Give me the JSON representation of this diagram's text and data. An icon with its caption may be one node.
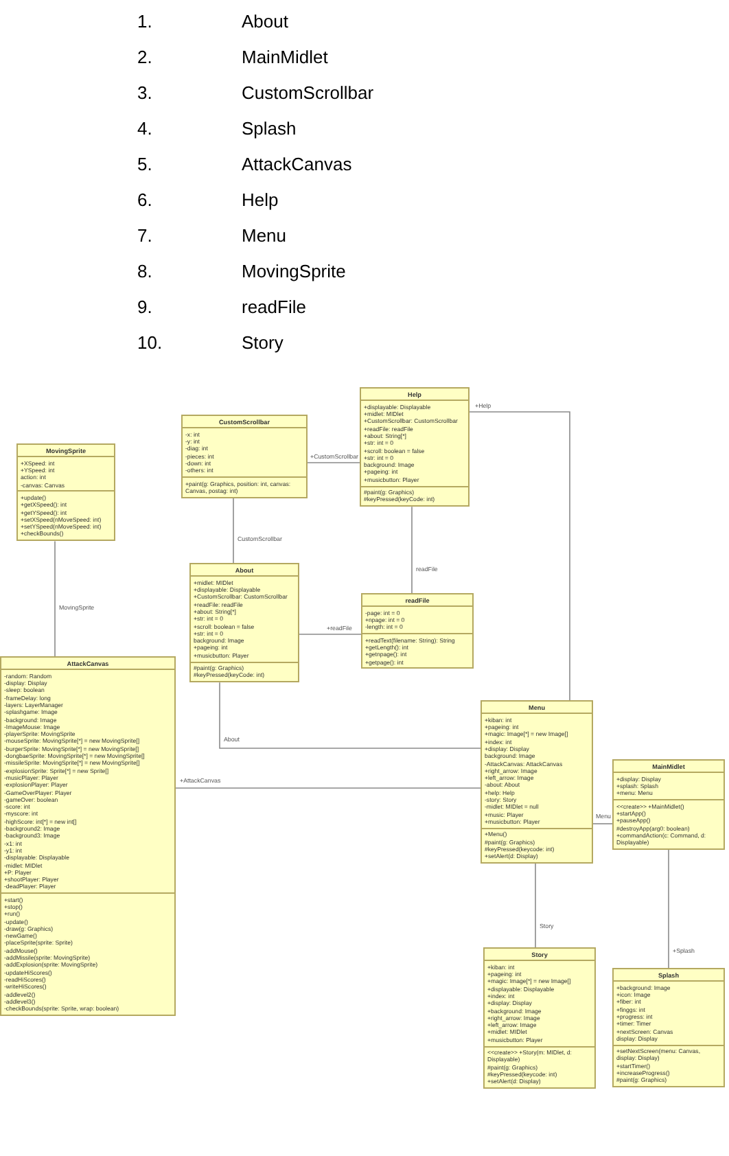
{
  "diagram": {
    "nodes": [
      {
        "text": [
          "MovingSprite"
        ]
      },
      {
        "text": [
          "+XSpeed: int",
          "+YSpeed: int",
          "action: int",
          "-canvas: Canvas"
        ],
        "in": 0
      },
      {
        "text": [
          "+update()",
          "+getXSpeed(): int",
          "+getYSpeed(): int",
          "+setXSpeed(nMoveSpeed: int)",
          "+setYSpeed(nMoveSpeed: int)",
          "+checkBounds()"
        ],
        "in": 0
      },
      {
        "text": [
          "CustomScrollbar"
        ]
      },
      {
        "text": [
          "-x: int",
          "-y: int",
          "-diag: int",
          "-pieces: int",
          "-down: int",
          "-others: int"
        ],
        "in": 3
      },
      {
        "text": [
          "+paint(g: Graphics, position: int, canvas: Canvas, postag: int)"
        ],
        "in": 3
      },
      {
        "text": [
          "Help"
        ]
      },
      {
        "text": [
          "+displayable: Displayable",
          "+midlet: MIDlet",
          "+CustomScrollbar: CustomScrollbar",
          "+readFile: readFile",
          "+about: String[*]",
          "+str: int = 0",
          "+scroll: boolean = false",
          "+str: int = 0",
          "background: Image",
          "+pageing: int",
          "+musicbutton: Player"
        ],
        "in": 6
      },
      {
        "text": [
          "#paint(g: Graphics)",
          "#keyPressed(keyCode: int)"
        ],
        "in": 6
      },
      {
        "text": [
          "About"
        ]
      },
      {
        "text": [
          "+midlet: MIDlet",
          "+displayable: Displayable",
          "+CustomScrollbar: CustomScrollbar",
          "+readFile: readFile",
          "+about: String[*]",
          "+str: int = 0",
          "+scroll: boolean = false",
          "+str: int = 0",
          "background: Image",
          "+pageing: int",
          "+musicbutton: Player"
        ],
        "in": 9
      },
      {
        "text": [
          "#paint(g: Graphics)",
          "#keyPressed(keyCode: int)"
        ],
        "in": 9
      },
      {
        "text": [
          "readFile"
        ]
      },
      {
        "text": [
          "-page: int = 0",
          "+npage: int = 0",
          "-length: int = 0"
        ],
        "in": 12
      },
      {
        "text": [
          "+readText(filename: String): String",
          "+getLength(): int",
          "+getnpage(): int",
          "+getpage(): int"
        ],
        "in": 12
      },
      {
        "text": [
          "AttackCanvas"
        ]
      },
      {
        "text": [
          "-random: Random",
          "-display: Display",
          "-sleep: boolean",
          "-frameDelay: long",
          "-layers: LayerManager",
          "-splashgame: Image",
          "-background: Image",
          "-ImageMouse: Image",
          "-playerSprite: MovingSprite",
          "-mouseSprite: MovingSprite[*] = new MovingSprite[]",
          "-burgerSprite: MovingSprite[*] = new MovingSprite[]",
          "-dongbaeSprite: MovingSprite[*] = new MovingSprite[]",
          "-missileSprite: MovingSprite[*] = new MovingSprite[]",
          "-explosionSprite: Sprite[*] = new Sprite[]",
          "-musicPlayer: Player",
          "-explosionPlayer: Player",
          "-GameOverPlayer: Player",
          "-gameOver: boolean",
          "-score: int",
          "-myscore: int",
          "-highScore: int[*] = new int[]",
          "-background2: Image",
          "-background3: Image",
          "-x1: int",
          "-y1: int",
          "-displayable: Displayable",
          "-midlet: MIDlet",
          "+P: Player",
          "+shootPlayer: Player",
          "-deadPlayer: Player"
        ],
        "in": 15
      },
      {
        "text": [
          "+start()",
          "+stop()",
          "+run()",
          "-update()",
          "-draw(g: Graphics)",
          "-newGame()",
          "-placeSprite(sprite: Sprite)",
          "-addMouse()",
          "-addMissile(sprite: MovingSprite)",
          "-addExplosion(sprite: MovingSprite)",
          "-updateHiScores()",
          "-readHiScores()",
          "-writeHiScores()",
          "-addlevel2()",
          "-addlevel3()",
          "-checkBounds(sprite: Sprite, wrap: boolean)"
        ],
        "in": 15
      },
      {
        "text": [
          "Menu"
        ]
      },
      {
        "text": [
          "+kiban: int",
          "+pageing: int",
          "+magic: Image[*] = new Image[]",
          "+index: int",
          "+display: Display",
          "background: Image",
          "-AttackCanvas: AttackCanvas",
          "+right_arrow: Image",
          "+left_arrow: Image",
          "-about: About",
          "+help: Help",
          "-story: Story",
          "-midlet: MIDlet = null",
          "+music: Player",
          "+musicbutton: Player"
        ],
        "in": 18
      },
      {
        "text": [
          "+Menu()",
          "#paint(g: Graphics)",
          "#keyPressed(keycode: int)",
          "+setAlert(d: Display)"
        ],
        "in": 18
      },
      {
        "text": [
          "MainMidlet"
        ]
      },
      {
        "text": [
          "+display: Display",
          "+splash: Splash",
          "+menu: Menu"
        ],
        "in": 21
      },
      {
        "text": [
          "<<create>> +MainMidlet()",
          "+startApp()",
          "+pauseApp()",
          "#destroyApp(arg0: boolean)",
          "+commandAction(c: Command, d: Displayable)"
        ],
        "in": 21
      },
      {
        "text": [
          "Story"
        ]
      },
      {
        "text": [
          "+kiban: int",
          "+pageing: int",
          "+magic: Image[*] = new Image[]",
          "+displayable: Displayable",
          "+index: int",
          "+display: Display",
          "+background: Image",
          "+right_arrow: Image",
          "+left_arrow: Image",
          "+midlet: MIDlet",
          "+musicbutton: Player"
        ],
        "in": 24
      },
      {
        "text": [
          "<<create>> +Story(m: MIDlet, d: Displayable)",
          "#paint(g: Graphics)",
          "#keyPressed(keycode: int)",
          "+setAlert(d: Display)"
        ],
        "in": 24
      },
      {
        "text": [
          "Splash"
        ]
      },
      {
        "text": [
          "+background: Image",
          "+icon: Image",
          "+fiber: int",
          "+finggs: int",
          "+progress: int",
          "+timer: Timer",
          "+nextScreen: Canvas",
          "display: Display"
        ],
        "in": 27
      },
      {
        "text": [
          "+setNextScreen(menu: Canvas, display: Display)",
          "+startTimer()",
          "+increaseProgress()",
          "#paint(g: Graphics)"
        ],
        "in": 27
      }
    ],
    "edges": [
      {
        "from": 0,
        "to": 15,
        "arrow": "none",
        "label": "MovingSprite"
      },
      {
        "from": 3,
        "to": 6,
        "arrow": "none",
        "label": "+CustomScrollbar"
      },
      {
        "from": 3,
        "to": 9,
        "arrow": "none",
        "label": "CustomScrollbar"
      },
      {
        "from": 6,
        "to": 12,
        "arrow": "none",
        "label": "readFile"
      },
      {
        "from": 9,
        "to": 12,
        "arrow": "none",
        "label": "+readFile"
      },
      {
        "from": 6,
        "to": 18,
        "arrow": "none",
        "label": "+Help"
      },
      {
        "from": 9,
        "to": 18,
        "arrow": "none",
        "label": "About"
      },
      {
        "from": 15,
        "to": 18,
        "arrow": "none",
        "label": "+AttackCanvas"
      },
      {
        "from": 18,
        "to": 21,
        "arrow": "none",
        "label": "Menu"
      },
      {
        "from": 18,
        "to": 24,
        "arrow": "none",
        "label": "Story"
      },
      {
        "from": 21,
        "to": 27,
        "arrow": "none",
        "label": "+Splash"
      }
    ],
    "labels": [
      "1.",
      "About",
      "2.",
      "MainMidlet",
      "3.",
      "CustomScrollbar",
      "4.",
      "Splash",
      "5.",
      "AttackCanvas",
      "6.",
      "Help",
      "7.",
      "Menu",
      "8.",
      "MovingSprite",
      "9.",
      "readFile",
      "10.",
      "Story"
    ]
  }
}
